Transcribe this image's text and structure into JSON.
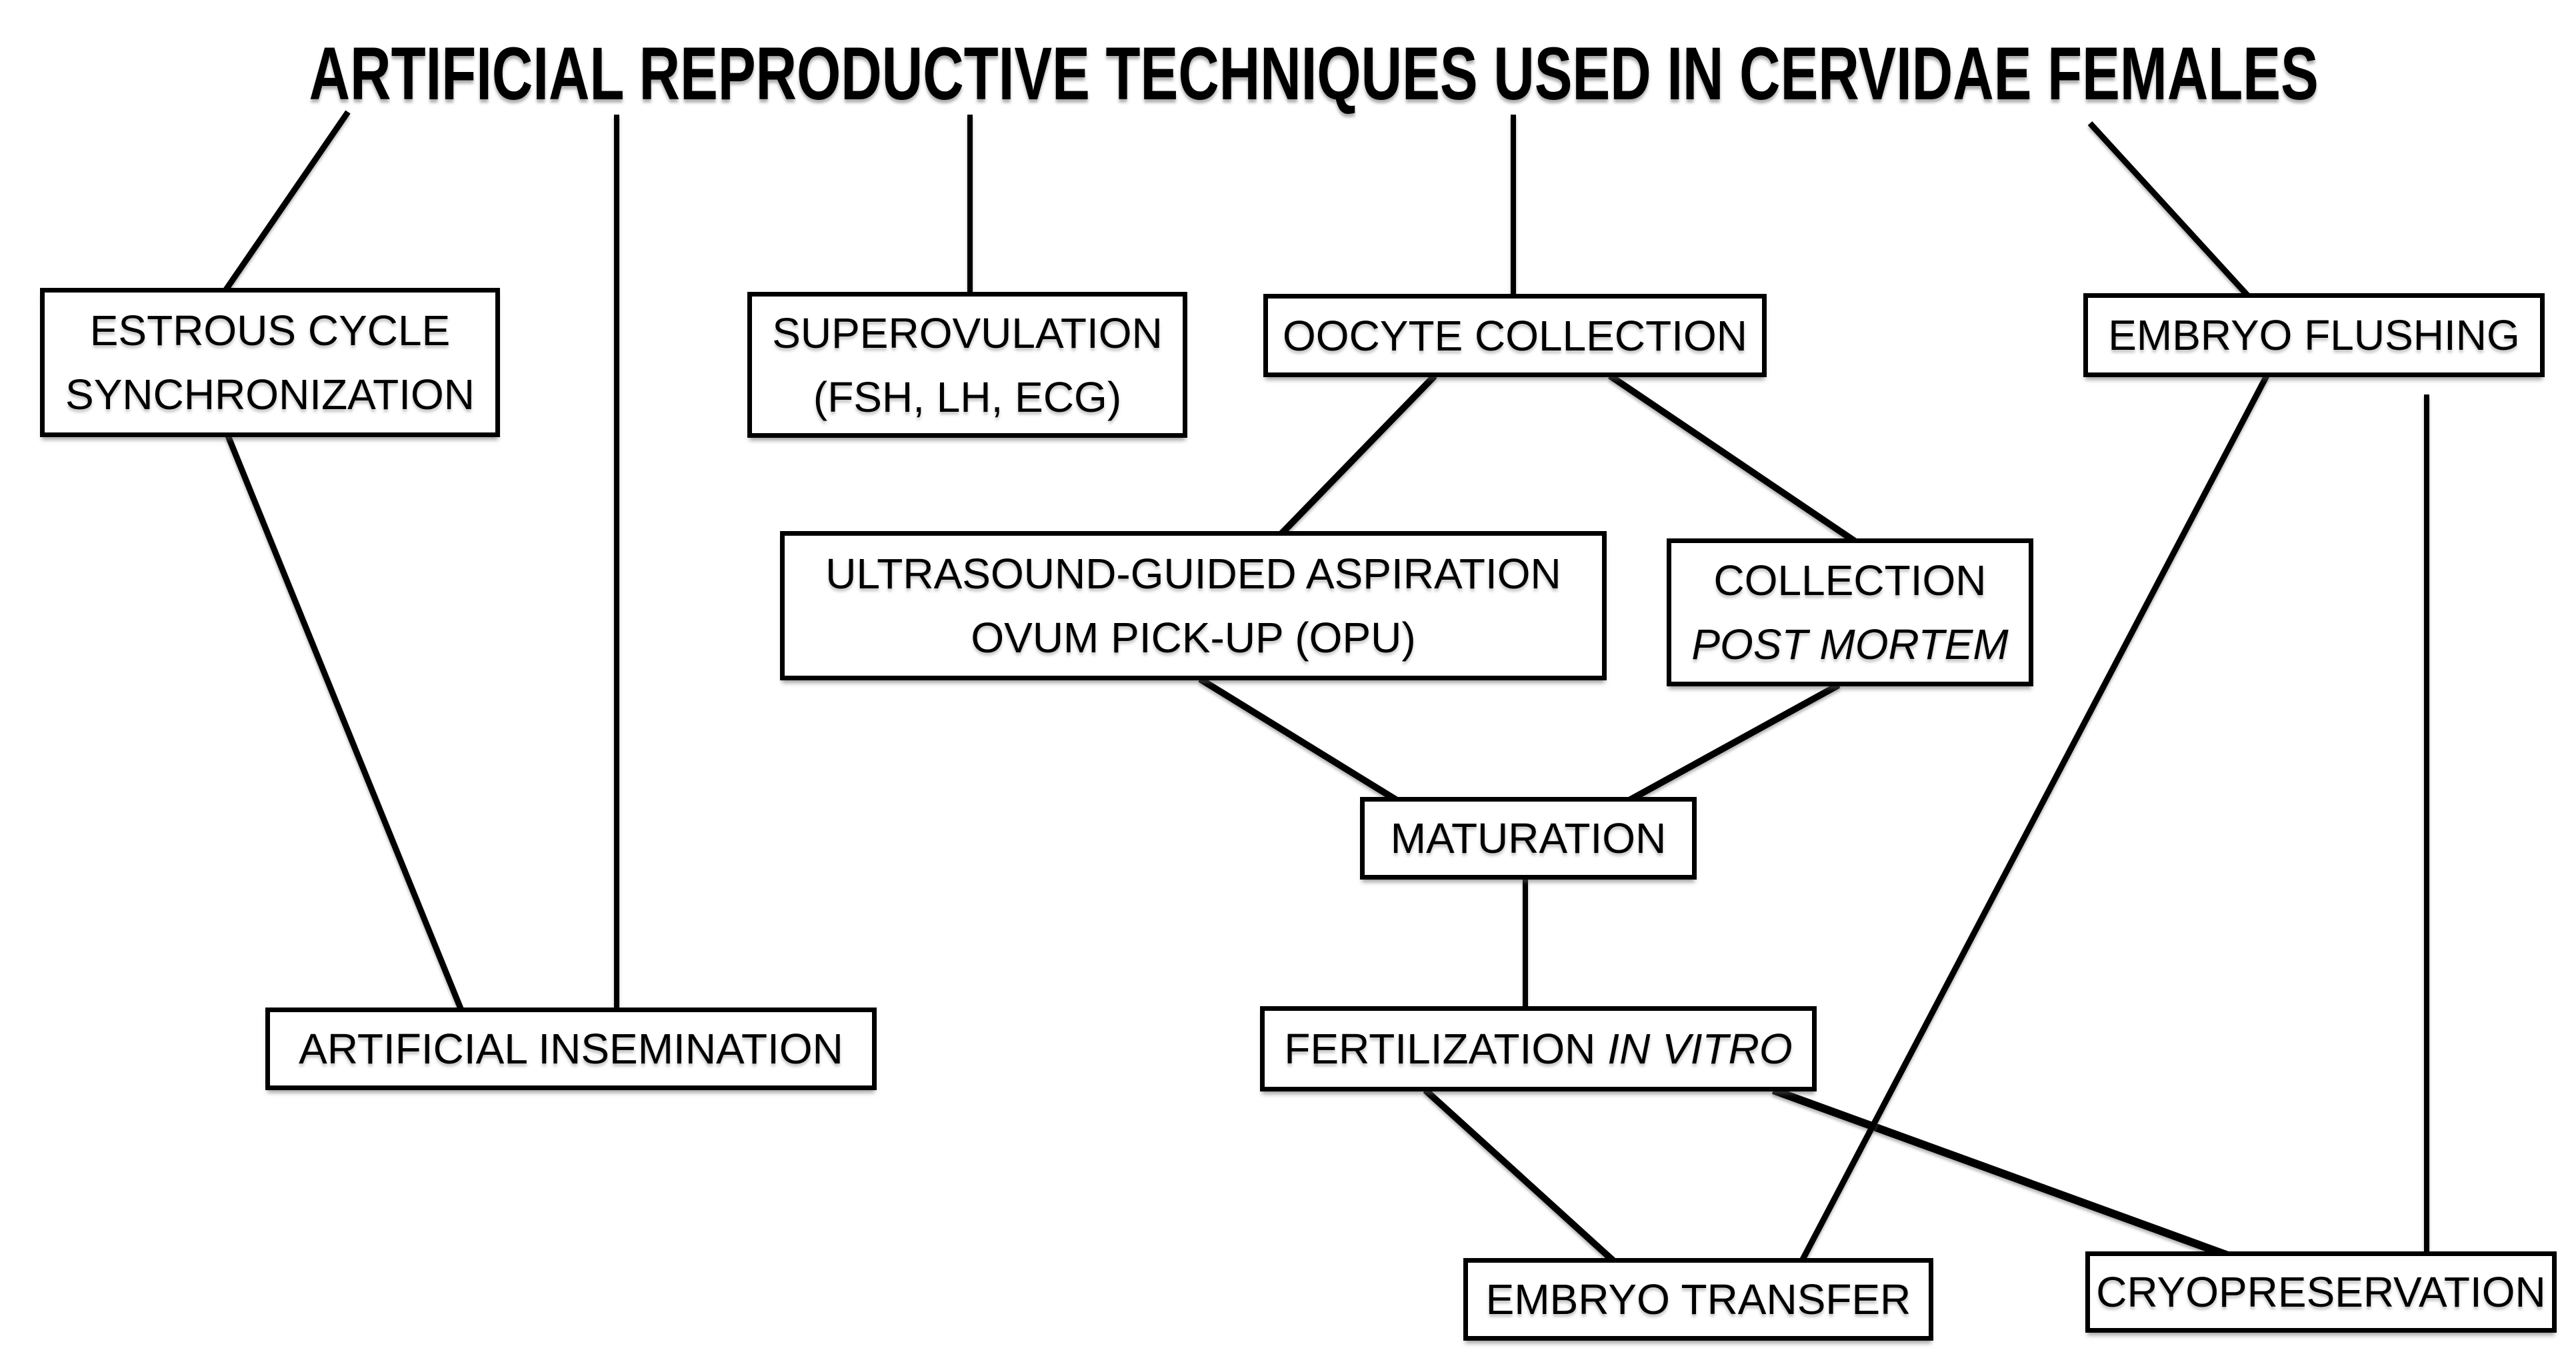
{
  "title": "ARTIFICIAL REPRODUCTIVE TECHNIQUES USED IN CERVIDAE FEMALES",
  "nodes": {
    "estrous_cycle_sync": {
      "line1": "ESTROUS CYCLE",
      "line2": "SYNCHRONIZATION"
    },
    "superovulation": {
      "line1": "SUPEROVULATION",
      "line2": "(FSH, LH, ECG)"
    },
    "oocyte_collection": {
      "line1": "OOCYTE COLLECTION"
    },
    "embryo_flushing": {
      "line1": "EMBRYO FLUSHING"
    },
    "opu": {
      "line1": "ULTRASOUND-GUIDED ASPIRATION",
      "line2": "OVUM PICK-UP (OPU)"
    },
    "collection_post_mortem": {
      "line1": "COLLECTION",
      "line2": "POST MORTEM",
      "line2_style": "italic"
    },
    "maturation": {
      "line1": "MATURATION"
    },
    "fertilization_in_vitro": {
      "line1": "FERTILIZATION",
      "line1_suffix": "IN VITRO",
      "suffix_style": "italic"
    },
    "artificial_insemination": {
      "line1": "ARTIFICIAL INSEMINATION"
    },
    "embryo_transfer": {
      "line1": "EMBRYO TRANSFER"
    },
    "cryopreservation": {
      "line1": "CRYOPRESERVATION"
    }
  },
  "edges": [
    {
      "from": "title",
      "to": "estrous_cycle_sync"
    },
    {
      "from": "title",
      "to": "artificial_insemination"
    },
    {
      "from": "title",
      "to": "superovulation"
    },
    {
      "from": "title",
      "to": "oocyte_collection"
    },
    {
      "from": "title",
      "to": "embryo_flushing"
    },
    {
      "from": "estrous_cycle_sync",
      "to": "artificial_insemination"
    },
    {
      "from": "oocyte_collection",
      "to": "opu"
    },
    {
      "from": "oocyte_collection",
      "to": "collection_post_mortem"
    },
    {
      "from": "opu",
      "to": "maturation"
    },
    {
      "from": "collection_post_mortem",
      "to": "maturation"
    },
    {
      "from": "maturation",
      "to": "fertilization_in_vitro"
    },
    {
      "from": "fertilization_in_vitro",
      "to": "embryo_transfer"
    },
    {
      "from": "fertilization_in_vitro",
      "to": "cryopreservation"
    },
    {
      "from": "embryo_flushing",
      "to": "embryo_transfer"
    },
    {
      "from": "embryo_flushing",
      "to": "cryopreservation"
    }
  ],
  "colors": {
    "background": "#ffffff",
    "line": "#000000",
    "text": "#000000"
  }
}
